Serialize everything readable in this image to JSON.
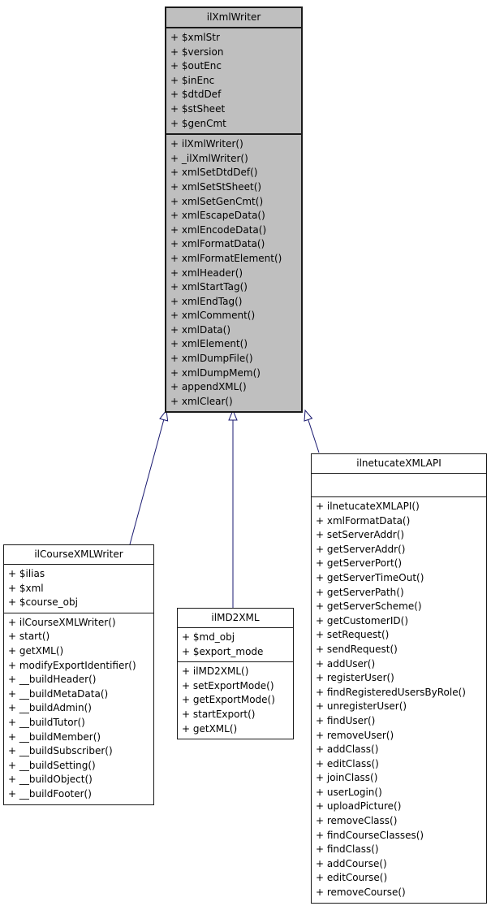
{
  "diagram": {
    "type": "uml-class-inheritance",
    "colors": {
      "base_class_fill": "#bfbfbf",
      "class_fill": "#ffffff",
      "border": "#1a1a1a",
      "edge": "#191970",
      "text": "#000000"
    },
    "classes": [
      {
        "id": "ilXmlWriter",
        "title": "ilXmlWriter",
        "attributes": [
          "+ $xmlStr",
          "+ $version",
          "+ $outEnc",
          "+ $inEnc",
          "+ $dtdDef",
          "+ $stSheet",
          "+ $genCmt"
        ],
        "methods": [
          "+ ilXmlWriter()",
          "+ _ilXmlWriter()",
          "+ xmlSetDtdDef()",
          "+ xmlSetStSheet()",
          "+ xmlSetGenCmt()",
          "+ xmlEscapeData()",
          "+ xmlEncodeData()",
          "+ xmlFormatData()",
          "+ xmlFormatElement()",
          "+ xmlHeader()",
          "+ xmlStartTag()",
          "+ xmlEndTag()",
          "+ xmlComment()",
          "+ xmlData()",
          "+ xmlElement()",
          "+ xmlDumpFile()",
          "+ xmlDumpMem()",
          "+ appendXML()",
          "+ xmlClear()"
        ]
      },
      {
        "id": "ilCourseXMLWriter",
        "title": "ilCourseXMLWriter",
        "attributes": [
          "+ $ilias",
          "+ $xml",
          "+ $course_obj"
        ],
        "methods": [
          "+ ilCourseXMLWriter()",
          "+ start()",
          "+ getXML()",
          "+ modifyExportIdentifier()",
          "+ __buildHeader()",
          "+ __buildMetaData()",
          "+ __buildAdmin()",
          "+ __buildTutor()",
          "+ __buildMember()",
          "+ __buildSubscriber()",
          "+ __buildSetting()",
          "+ __buildObject()",
          "+ __buildFooter()"
        ]
      },
      {
        "id": "ilMD2XML",
        "title": "ilMD2XML",
        "attributes": [
          "+ $md_obj",
          "+ $export_mode"
        ],
        "methods": [
          "+ ilMD2XML()",
          "+ setExportMode()",
          "+ getExportMode()",
          "+ startExport()",
          "+ getXML()"
        ]
      },
      {
        "id": "ilnetucateXMLAPI",
        "title": "ilnetucateXMLAPI",
        "attributes": [],
        "methods": [
          "+ ilnetucateXMLAPI()",
          "+ xmlFormatData()",
          "+ setServerAddr()",
          "+ getServerAddr()",
          "+ getServerPort()",
          "+ getServerTimeOut()",
          "+ getServerPath()",
          "+ getServerScheme()",
          "+ getCustomerID()",
          "+ setRequest()",
          "+ sendRequest()",
          "+ addUser()",
          "+ registerUser()",
          "+ findRegisteredUsersByRole()",
          "+ unregisterUser()",
          "+ findUser()",
          "+ removeUser()",
          "+ addClass()",
          "+ editClass()",
          "+ joinClass()",
          "+ userLogin()",
          "+ uploadPicture()",
          "+ removeClass()",
          "+ findCourseClasses()",
          "+ findClass()",
          "+ addCourse()",
          "+ editCourse()",
          "+ removeCourse()"
        ]
      }
    ],
    "edges": [
      {
        "from": "ilCourseXMLWriter",
        "to": "ilXmlWriter",
        "type": "inheritance"
      },
      {
        "from": "ilMD2XML",
        "to": "ilXmlWriter",
        "type": "inheritance"
      },
      {
        "from": "ilnetucateXMLAPI",
        "to": "ilXmlWriter",
        "type": "inheritance"
      }
    ]
  }
}
